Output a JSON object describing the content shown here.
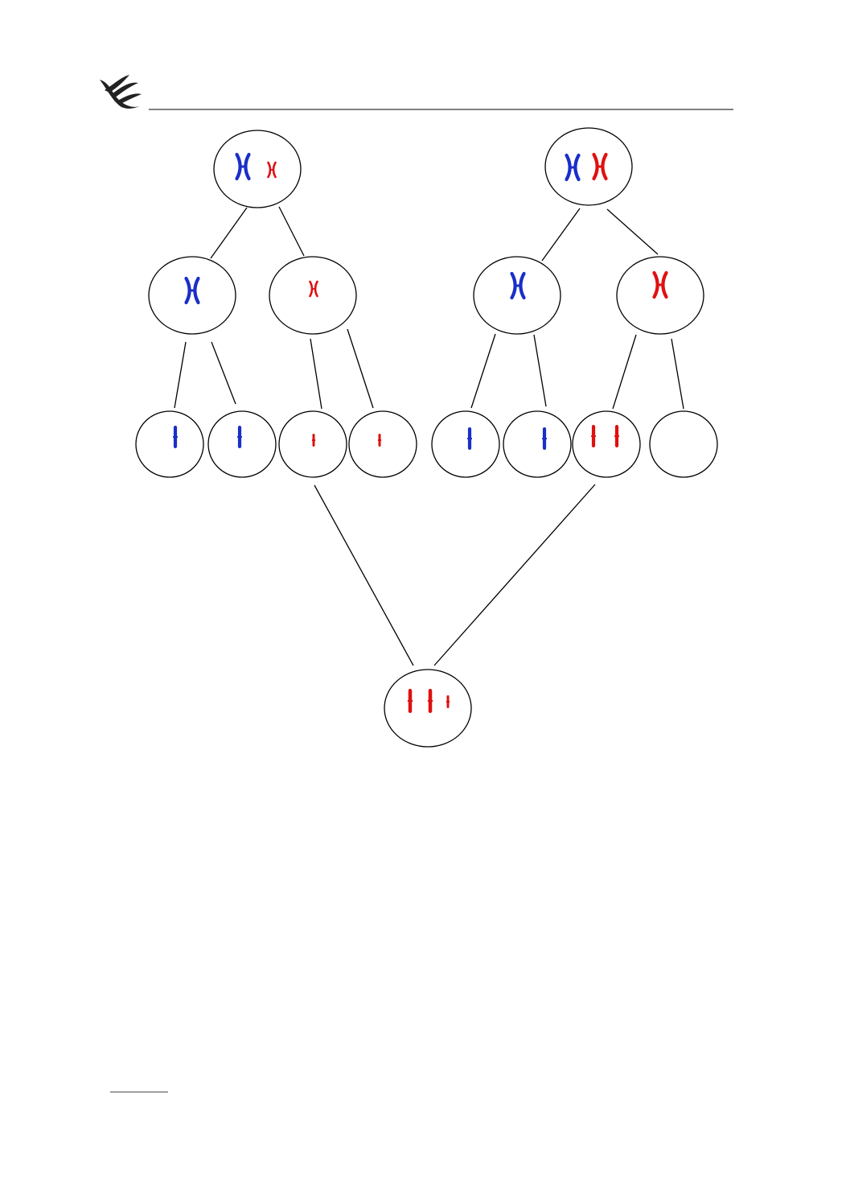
{
  "header": {
    "logo_icon": "dove-bird-icon"
  },
  "footer": {
    "note": "footnote-rule"
  },
  "colors": {
    "paternal": "#1a2ec8",
    "maternal": "#e01010",
    "stroke": "#000000"
  },
  "diagram": {
    "description_free": true,
    "cells": [
      {
        "id": "father-parent",
        "chromosomes": [
          {
            "color": "paternal",
            "shape": "X",
            "size": "large"
          },
          {
            "color": "maternal",
            "shape": "X",
            "size": "small"
          }
        ]
      },
      {
        "id": "mother-parent",
        "chromosomes": [
          {
            "color": "paternal",
            "shape": "X",
            "size": "large"
          },
          {
            "color": "maternal",
            "shape": "X",
            "size": "large"
          }
        ]
      },
      {
        "id": "father-meiosis1-a",
        "chromosomes": [
          {
            "color": "paternal",
            "shape": "X",
            "size": "large"
          }
        ]
      },
      {
        "id": "father-meiosis1-b",
        "chromosomes": [
          {
            "color": "maternal",
            "shape": "X",
            "size": "small"
          }
        ]
      },
      {
        "id": "mother-meiosis1-a",
        "chromosomes": [
          {
            "color": "paternal",
            "shape": "X",
            "size": "large"
          }
        ]
      },
      {
        "id": "mother-meiosis1-b",
        "chromosomes": [
          {
            "color": "maternal",
            "shape": "X",
            "size": "large"
          }
        ]
      },
      {
        "id": "sperm-1",
        "chromosomes": [
          {
            "color": "paternal",
            "shape": "I",
            "size": "large"
          }
        ]
      },
      {
        "id": "sperm-2",
        "chromosomes": [
          {
            "color": "paternal",
            "shape": "I",
            "size": "large"
          }
        ]
      },
      {
        "id": "sperm-3",
        "chromosomes": [
          {
            "color": "maternal",
            "shape": "I",
            "size": "small"
          }
        ]
      },
      {
        "id": "sperm-4",
        "chromosomes": [
          {
            "color": "maternal",
            "shape": "I",
            "size": "small"
          }
        ]
      },
      {
        "id": "egg-1",
        "chromosomes": [
          {
            "color": "paternal",
            "shape": "I",
            "size": "large"
          }
        ]
      },
      {
        "id": "egg-2",
        "chromosomes": [
          {
            "color": "paternal",
            "shape": "I",
            "size": "large"
          }
        ]
      },
      {
        "id": "egg-3",
        "chromosomes": [
          {
            "color": "maternal",
            "shape": "I",
            "size": "large"
          },
          {
            "color": "maternal",
            "shape": "I",
            "size": "large"
          }
        ]
      },
      {
        "id": "egg-4",
        "chromosomes": []
      },
      {
        "id": "zygote",
        "chromosomes": [
          {
            "color": "maternal",
            "shape": "I",
            "size": "large"
          },
          {
            "color": "maternal",
            "shape": "I",
            "size": "large"
          },
          {
            "color": "maternal",
            "shape": "I",
            "size": "small"
          }
        ]
      }
    ],
    "edges": [
      [
        "father-parent",
        "father-meiosis1-a"
      ],
      [
        "father-parent",
        "father-meiosis1-b"
      ],
      [
        "mother-parent",
        "mother-meiosis1-a"
      ],
      [
        "mother-parent",
        "mother-meiosis1-b"
      ],
      [
        "father-meiosis1-a",
        "sperm-1"
      ],
      [
        "father-meiosis1-a",
        "sperm-2"
      ],
      [
        "father-meiosis1-b",
        "sperm-3"
      ],
      [
        "father-meiosis1-b",
        "sperm-4"
      ],
      [
        "mother-meiosis1-a",
        "egg-1"
      ],
      [
        "mother-meiosis1-a",
        "egg-2"
      ],
      [
        "mother-meiosis1-b",
        "egg-3"
      ],
      [
        "mother-meiosis1-b",
        "egg-4"
      ],
      [
        "sperm-3",
        "zygote"
      ],
      [
        "egg-3",
        "zygote"
      ]
    ]
  }
}
